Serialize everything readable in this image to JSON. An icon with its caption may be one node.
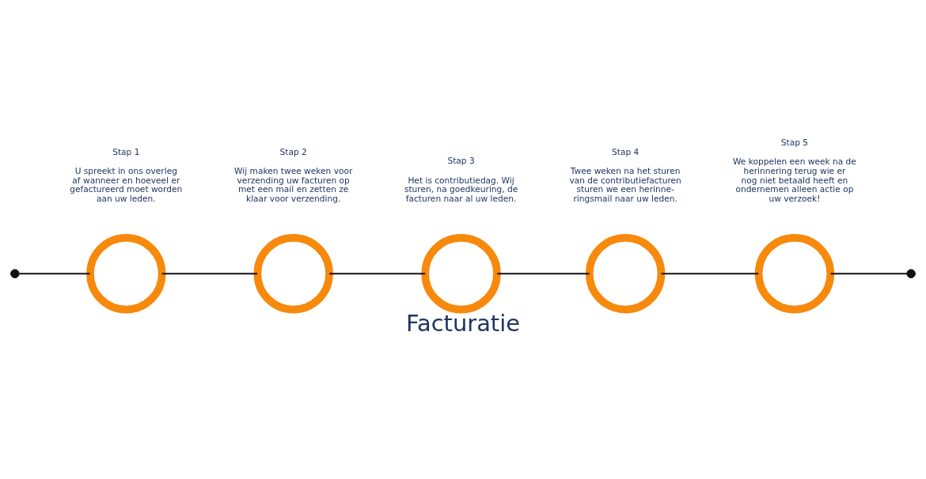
{
  "diagram": {
    "title": "Facturatie",
    "nodes": [
      {
        "text": [],
        "shape": "circle"
      },
      {
        "text": [],
        "shape": "circle",
        "beside": [
          "Stap 1",
          "U spreekt in ons overleg af wanneer en hoeveel er gefactureerd moet worden aan uw leden."
        ]
      },
      {
        "text": [],
        "shape": "circle",
        "beside": [
          "Stap 2",
          "Wij maken twee weken voor verzending uw facturen op met een mail en zetten ze klaar voor verzending."
        ]
      },
      {
        "text": [],
        "shape": "circle",
        "beside": [
          "Stap 3",
          "Het is contributiedag. Wij sturen, na goedkeuring, de facturen naar al uw leden."
        ]
      },
      {
        "text": [],
        "shape": "circle",
        "beside": [
          "Stap 4",
          "Twee weken na het sturen van de contributiefacturen sturen we een herinne-ringsmail naar uw leden."
        ]
      },
      {
        "text": [],
        "shape": "circle",
        "beside": [
          "Stap 5",
          "We koppelen een week na de herinnering terug wie er nog niet betaald heeft en ondernemen alleen actie op uw verzoek!"
        ]
      },
      {
        "text": [],
        "shape": "circle"
      }
    ],
    "edges": [
      {
        "from": 0,
        "to": 1,
        "arrow": "none"
      },
      {
        "from": 1,
        "to": 2,
        "arrow": "none"
      },
      {
        "from": 2,
        "to": 3,
        "arrow": "none"
      },
      {
        "from": 3,
        "to": 4,
        "arrow": "none"
      },
      {
        "from": 4,
        "to": 5,
        "arrow": "none"
      },
      {
        "from": 5,
        "to": 6,
        "arrow": "none"
      }
    ]
  }
}
